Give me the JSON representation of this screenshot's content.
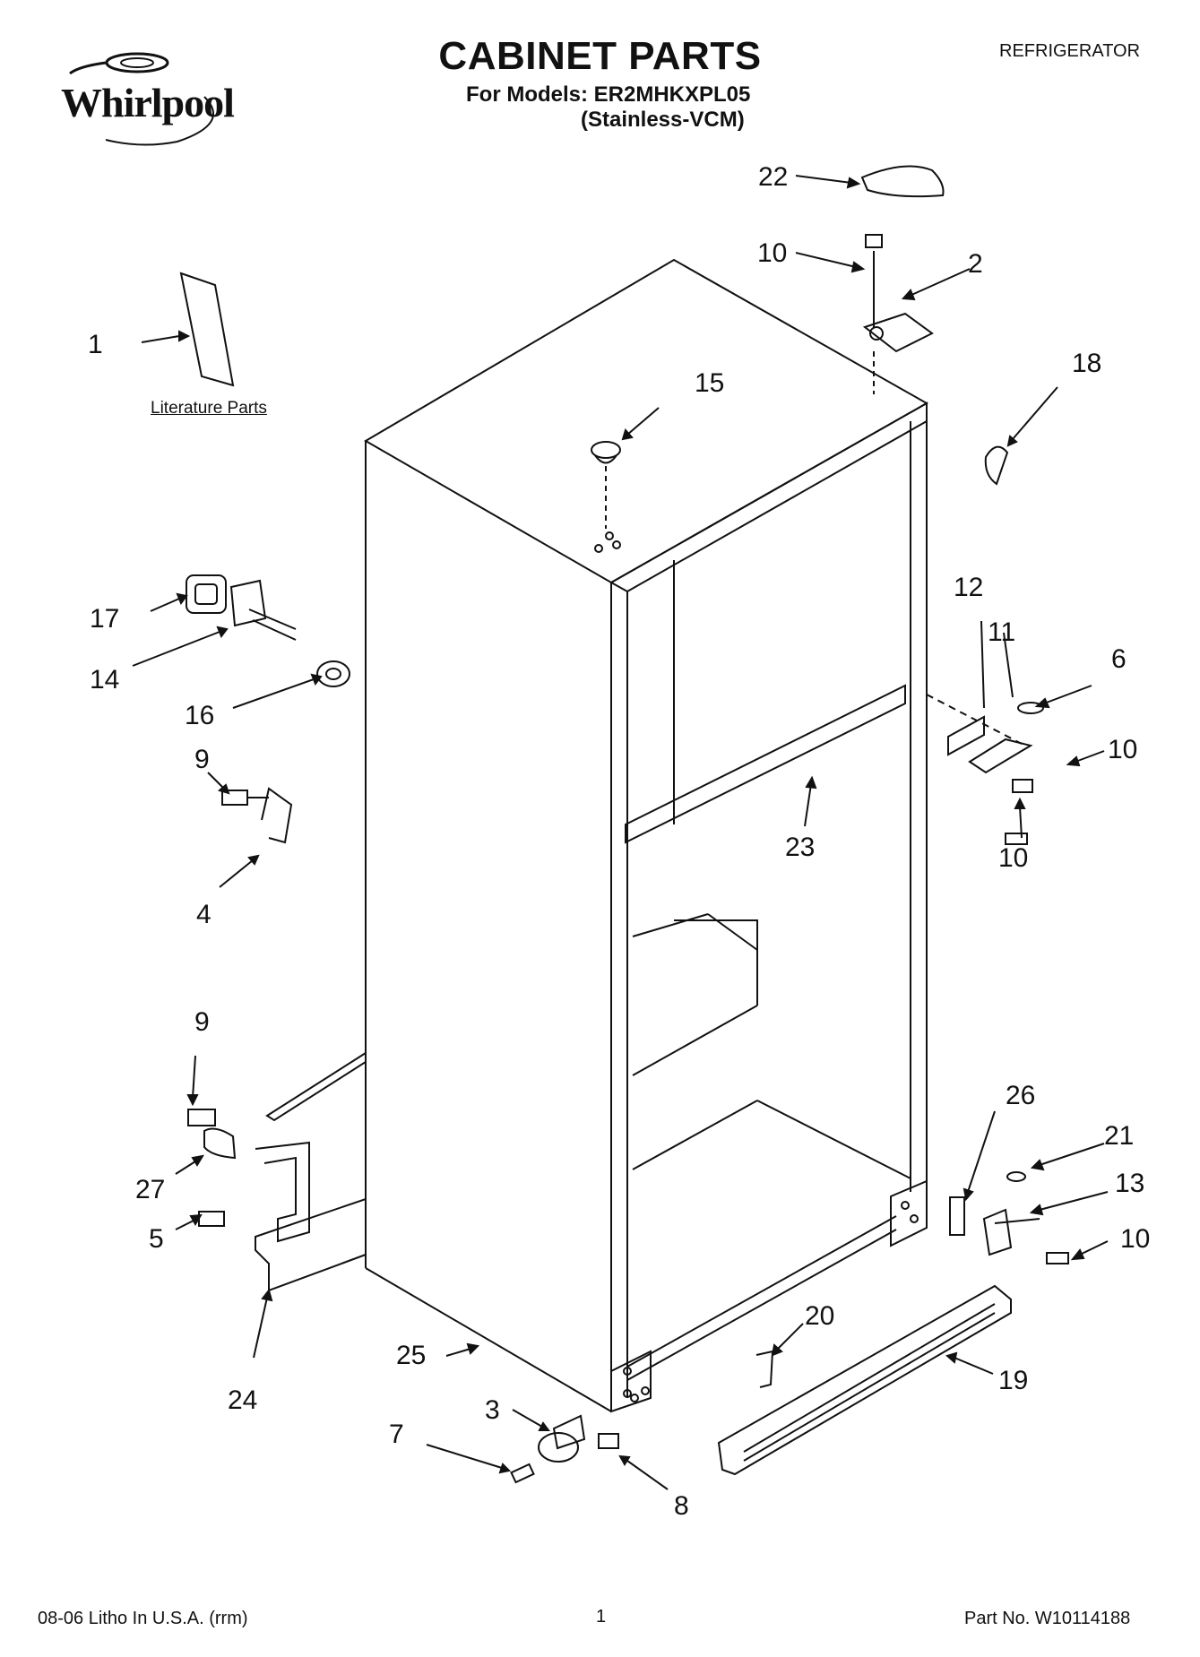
{
  "brand": "Whirlpool",
  "title": "CABINET PARTS",
  "subtitle_line1": "For Models: ER2MHKXPL05",
  "subtitle_line2": "(Stainless-VCM)",
  "document_type": "REFRIGERATOR",
  "literature_label": "Literature Parts",
  "footer": {
    "left": "08-06 Litho In U.S.A. (rrm)",
    "page": "1",
    "part_no": "Part No. W10114188"
  },
  "callouts": [
    "1",
    "2",
    "3",
    "4",
    "5",
    "6",
    "7",
    "8",
    "9",
    "9",
    "10",
    "10",
    "10",
    "10",
    "11",
    "12",
    "13",
    "14",
    "15",
    "16",
    "17",
    "18",
    "19",
    "20",
    "21",
    "22",
    "23",
    "24",
    "25",
    "26",
    "27"
  ]
}
